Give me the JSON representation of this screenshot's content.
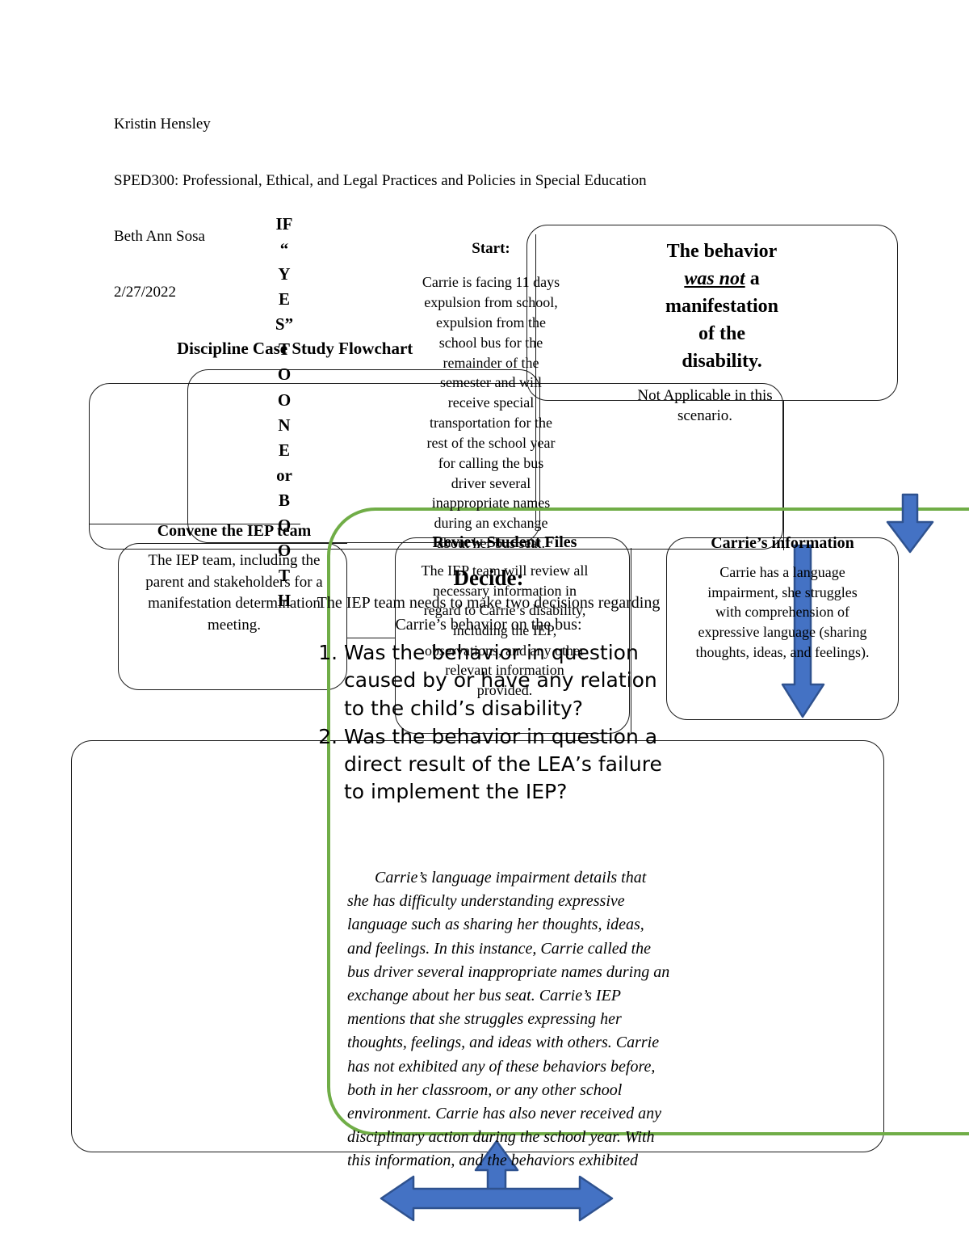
{
  "document": {
    "header": {
      "student_name": "Kristin Hensley",
      "course": "SPED300: Professional, Ethical, and Legal Practices and Policies in Special Education",
      "instructor": "Beth Ann Sosa",
      "date": "2/27/2022",
      "title": "Discipline Case Study Flowchart"
    },
    "flowchart": {
      "vertical_label": {
        "full_text": "IF “YES” TO ONE or BOTH",
        "lines": [
          "IF",
          "“",
          "Y",
          "E",
          "S”",
          "T",
          "O",
          "O",
          "N",
          "E",
          "or",
          "B",
          "O",
          "O",
          "T",
          "H"
        ]
      },
      "start_node": {
        "heading": "Start:",
        "body": "Carrie is facing 11 days expulsion from school, expulsion from the school bus for the remainder of the semester and will receive special transportation for the rest of the school year for calling the bus driver several inappropriate names during an exchange about her bus seat."
      },
      "manifestation_node": {
        "line1": "The behavior",
        "emphasis": "was not",
        "line2_tail": " a",
        "line3": "manifestation",
        "line4": "of the",
        "line5": "disability."
      },
      "not_applicable_node": {
        "body": "Not Applicable in this scenario."
      },
      "convene_node": {
        "heading": "Convene the IEP team",
        "body": "The IEP team, including the parent and stakeholders for a manifestation determination meeting."
      },
      "review_node": {
        "heading": "Review Student Files",
        "body": "The IEP team will review all necessary information in regard to Carrie’s disability, including the IEP, observations, and any other relevant information provided."
      },
      "carrie_node": {
        "heading": "Carrie’s information",
        "body": "Carrie has a language impairment, she struggles with comprehension of expressive language (sharing thoughts, ideas, and feelings)."
      },
      "decide_node": {
        "heading": "Decide:",
        "lead": "The IEP team needs to make two decisions regarding Carrie’s behavior on the bus:",
        "questions": [
          "Was the behavior in question caused by or have any relation to the child’s disability?",
          "Was the behavior in question a direct result of the LEA’s failure to implement the IEP?"
        ],
        "rationale": "Carrie’s language impairment details that she has difficulty understanding expressive language such as sharing her thoughts, ideas, and feelings. In this instance, Carrie called the bus driver several inappropriate names during an exchange about her bus seat. Carrie’s IEP mentions that she struggles expressing her thoughts, feelings, and ideas with others. Carrie has not exhibited any of these behaviors before, both in her classroom, or any other school environment. Carrie has also never received any disciplinary action during the school year. With this information, and the behaviors exhibited"
      }
    },
    "graphics": {
      "arrow_down_right": "arrow-down-icon",
      "arrow_down_middle": "arrow-down-icon",
      "arrow_up_bottom": "arrow-up-icon",
      "arrow_left_right_bottom": "arrow-left-right-icon",
      "green_outline": "rounded-rectangle-outline"
    },
    "colors": {
      "accent_green": "#70AD47",
      "arrow_fill": "#4472C4",
      "arrow_stroke": "#2F528F",
      "outline_black": "#1a1a1a",
      "text": "#000000",
      "page_background": "#ffffff"
    }
  }
}
